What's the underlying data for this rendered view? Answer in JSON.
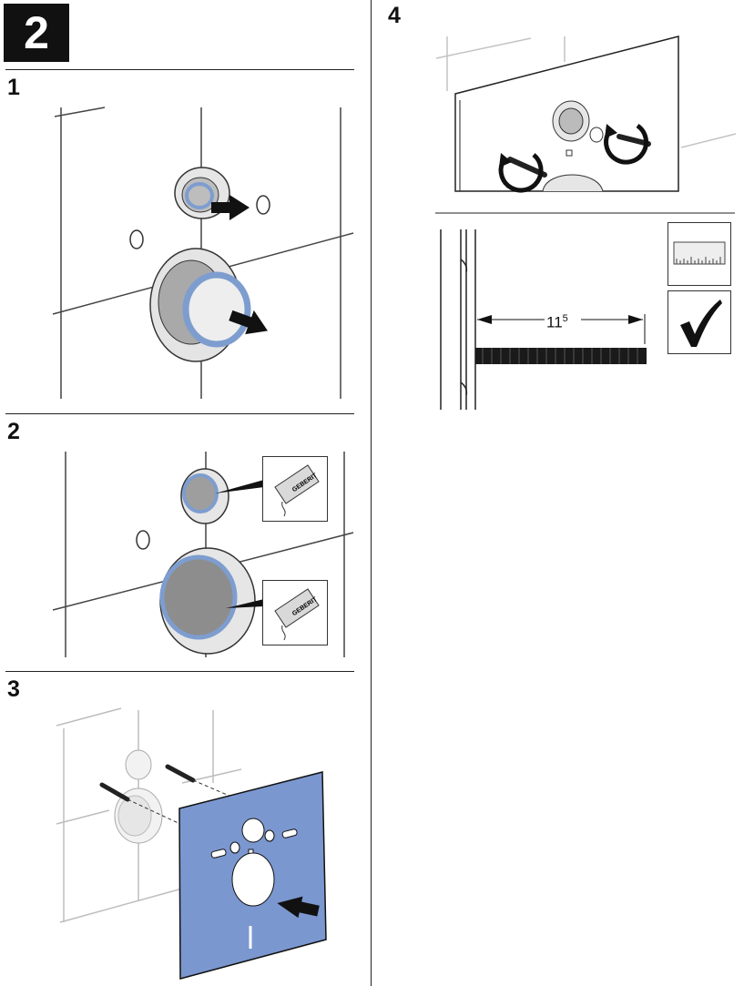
{
  "page": {
    "number": "2"
  },
  "steps": [
    {
      "label": "1"
    },
    {
      "label": "2"
    },
    {
      "label": "3"
    },
    {
      "label": "4"
    }
  ],
  "dimension": {
    "base": "11",
    "sup": "5"
  },
  "icons": {
    "arrow": "push-arrow-icon",
    "grease": "lubricant-packet-icon",
    "ruler": "ruler-icon",
    "check": "checkmark-icon"
  },
  "colors": {
    "seal_blue": "#7e9dcf",
    "insulation_blue": "#7b97cf",
    "ink": "#111111"
  },
  "packet_brand": "GEBERIT"
}
